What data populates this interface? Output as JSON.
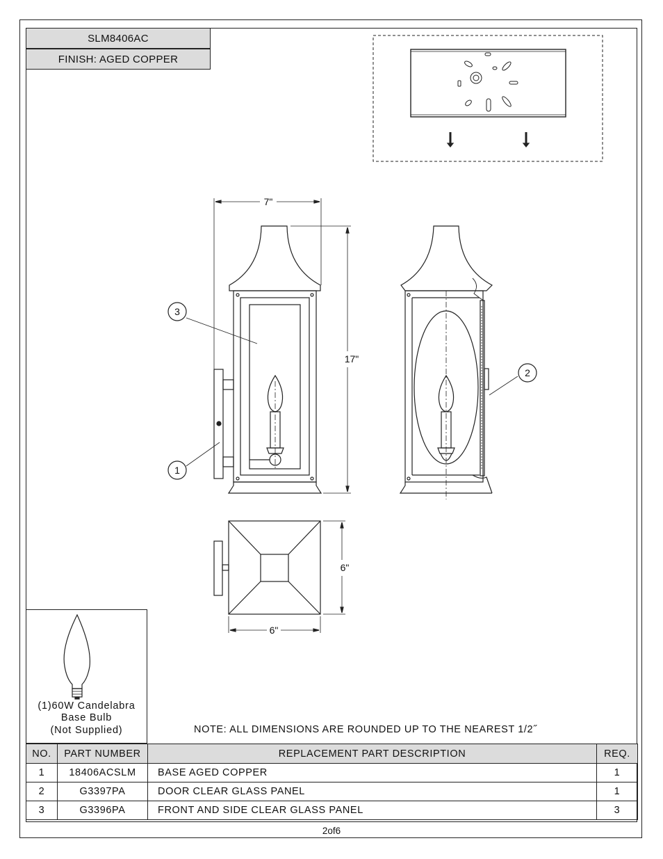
{
  "header": {
    "model": "SLM8406AC",
    "finish": "FINISH: AGED COPPER"
  },
  "dimensions": {
    "width": "7\"",
    "height": "17\"",
    "depth": "6\"",
    "base_width": "6\""
  },
  "callouts": [
    "1",
    "2",
    "3"
  ],
  "bulb": {
    "line1": "(1)60W Candelabra",
    "line2": "Base Bulb",
    "line3": "(Not Supplied)"
  },
  "note": "NOTE:  ALL DIMENSIONS ARE ROUNDED UP TO THE NEAREST  1/2˝",
  "parts_table": {
    "headers": {
      "no": "NO.",
      "part_number": "PART NUMBER",
      "description": "REPLACEMENT PART DESCRIPTION",
      "req": "REQ."
    },
    "rows": [
      {
        "no": "1",
        "part_number": "18406ACSLM",
        "description": "BASE AGED COPPER",
        "req": "1"
      },
      {
        "no": "2",
        "part_number": "G3397PA",
        "description": "DOOR CLEAR GLASS PANEL",
        "req": "1"
      },
      {
        "no": "3",
        "part_number": "G3396PA",
        "description": "FRONT AND SIDE CLEAR GLASS PANEL",
        "req": "3"
      }
    ]
  },
  "page_number": "2of6"
}
